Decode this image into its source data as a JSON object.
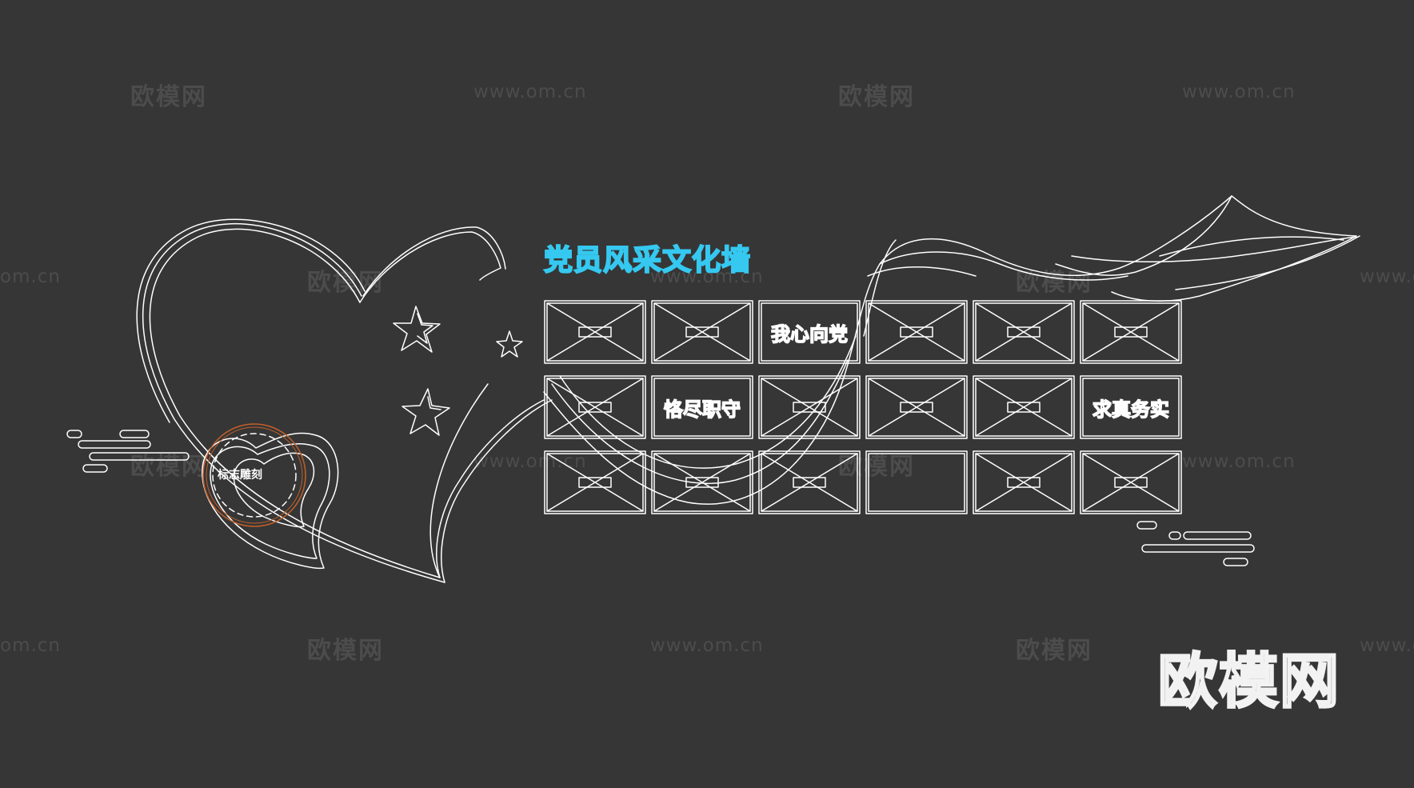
{
  "title": "党员风采文化墙",
  "panels": {
    "text_1": "我心向党",
    "text_2": "恪尽职守",
    "text_3": "求真务实"
  },
  "badge": {
    "label": "标志雕刻"
  },
  "brand_logo": "欧模网",
  "watermarks": {
    "brand": "欧模网",
    "url": "www.om.cn",
    "url_partial": "om.cn",
    "url_partial_right": "www.o"
  },
  "colors": {
    "background": "#363636",
    "line": "#ffffff",
    "title": "#35c8f0",
    "badge_ring": "#c0602a"
  },
  "icons": [
    "star-icon",
    "heart-icon",
    "cloud-icon",
    "ribbon-icon"
  ]
}
